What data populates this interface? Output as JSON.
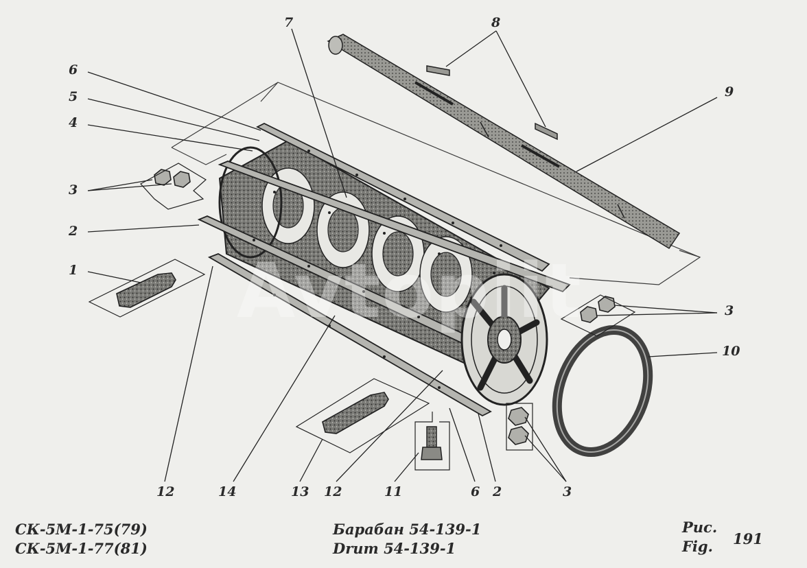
{
  "callouts": {
    "c1": "1",
    "c2a": "2",
    "c2b": "2",
    "c3a": "3",
    "c3b": "3",
    "c3c": "3",
    "c4": "4",
    "c5": "5",
    "c6a": "6",
    "c6b": "6",
    "c7": "7",
    "c8": "8",
    "c9": "9",
    "c10": "10",
    "c11": "11",
    "c12a": "12",
    "c12b": "12",
    "c13": "13",
    "c14": "14"
  },
  "caption": {
    "model_line1": "СК-5М-1-75(79)",
    "model_line2": "СК-5М-1-77(81)",
    "title_ru": "Барабан 54-139-1",
    "title_en": "Drum 54-139-1",
    "fig_ru": "Рис.",
    "fig_en": "Fig.",
    "fig_number": "191"
  },
  "watermark": "Avtopiit"
}
